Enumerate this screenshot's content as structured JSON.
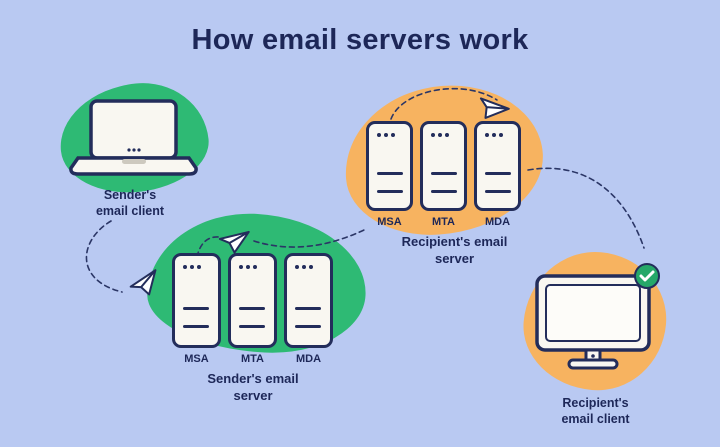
{
  "title": "How email servers work",
  "colors": {
    "background": "#b9c9f2",
    "blob_green": "#2eba74",
    "blob_orange": "#f7b360",
    "navy_text": "#1d2758",
    "device_fill": "#f9f7f1",
    "check_green": "#26a869"
  },
  "nodes": {
    "sender_client": {
      "label": "Sender's\nemail client"
    },
    "sender_server": {
      "label": "Sender's email\nserver",
      "ports": [
        "MSA",
        "MTA",
        "MDA"
      ]
    },
    "recipient_server": {
      "label": "Recipient's email\nserver",
      "ports": [
        "MSA",
        "MTA",
        "MDA"
      ]
    },
    "recipient_client": {
      "label": "Recipient's\nemail client"
    }
  }
}
